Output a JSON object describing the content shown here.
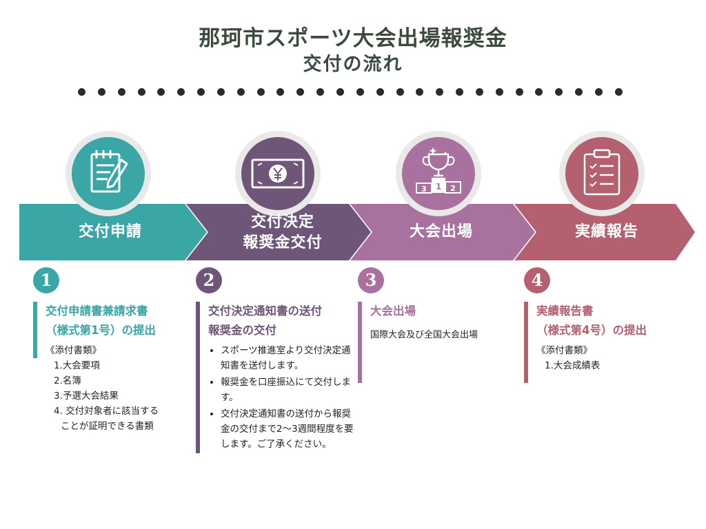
{
  "title": {
    "line1": "那珂市スポーツ大会出場報奨金",
    "line2": "交付の流れ"
  },
  "colors": {
    "teal": "#3aa6a6",
    "purple": "#6e5678",
    "mauve": "#a8719e",
    "rose": "#b5606f"
  },
  "steps": [
    {
      "number": "1",
      "label": "交付申請",
      "icon": "clipboard-pencil-icon",
      "heading_lines": [
        "交付申請書兼請求書",
        "（様式第1号）の提出"
      ],
      "attach_title": "《添付書類》",
      "items": [
        "1.大会要項",
        "2.名簿",
        "3.予選大会結果",
        "4. 交付対象者に該当する",
        "ことが証明できる書類"
      ]
    },
    {
      "number": "2",
      "label_lines": [
        "交付決定",
        "報奨金交付"
      ],
      "icon": "yen-banknote-icon",
      "heading_lines": [
        "交付決定通知書の送付",
        "報奨金の交付"
      ],
      "bullets": [
        "スポーツ推進室より交付決定通知書を送付します。",
        "報奨金を口座振込にて交付します。",
        "交付決定通知書の送付から報奨金の交付まで2～3週間程度を要します。ご了承ください。"
      ]
    },
    {
      "number": "3",
      "label": "大会出場",
      "icon": "trophy-podium-icon",
      "podium": [
        "3",
        "1",
        "2"
      ],
      "heading_lines": [
        "大会出場"
      ],
      "text": "国際大会及び全国大会出場"
    },
    {
      "number": "4",
      "label": "実績報告",
      "icon": "checklist-clipboard-icon",
      "heading_lines": [
        "実績報告書",
        "（様式第4号）の提出"
      ],
      "attach_title": "《添付書類》",
      "items": [
        "1.大会成績表"
      ]
    }
  ]
}
